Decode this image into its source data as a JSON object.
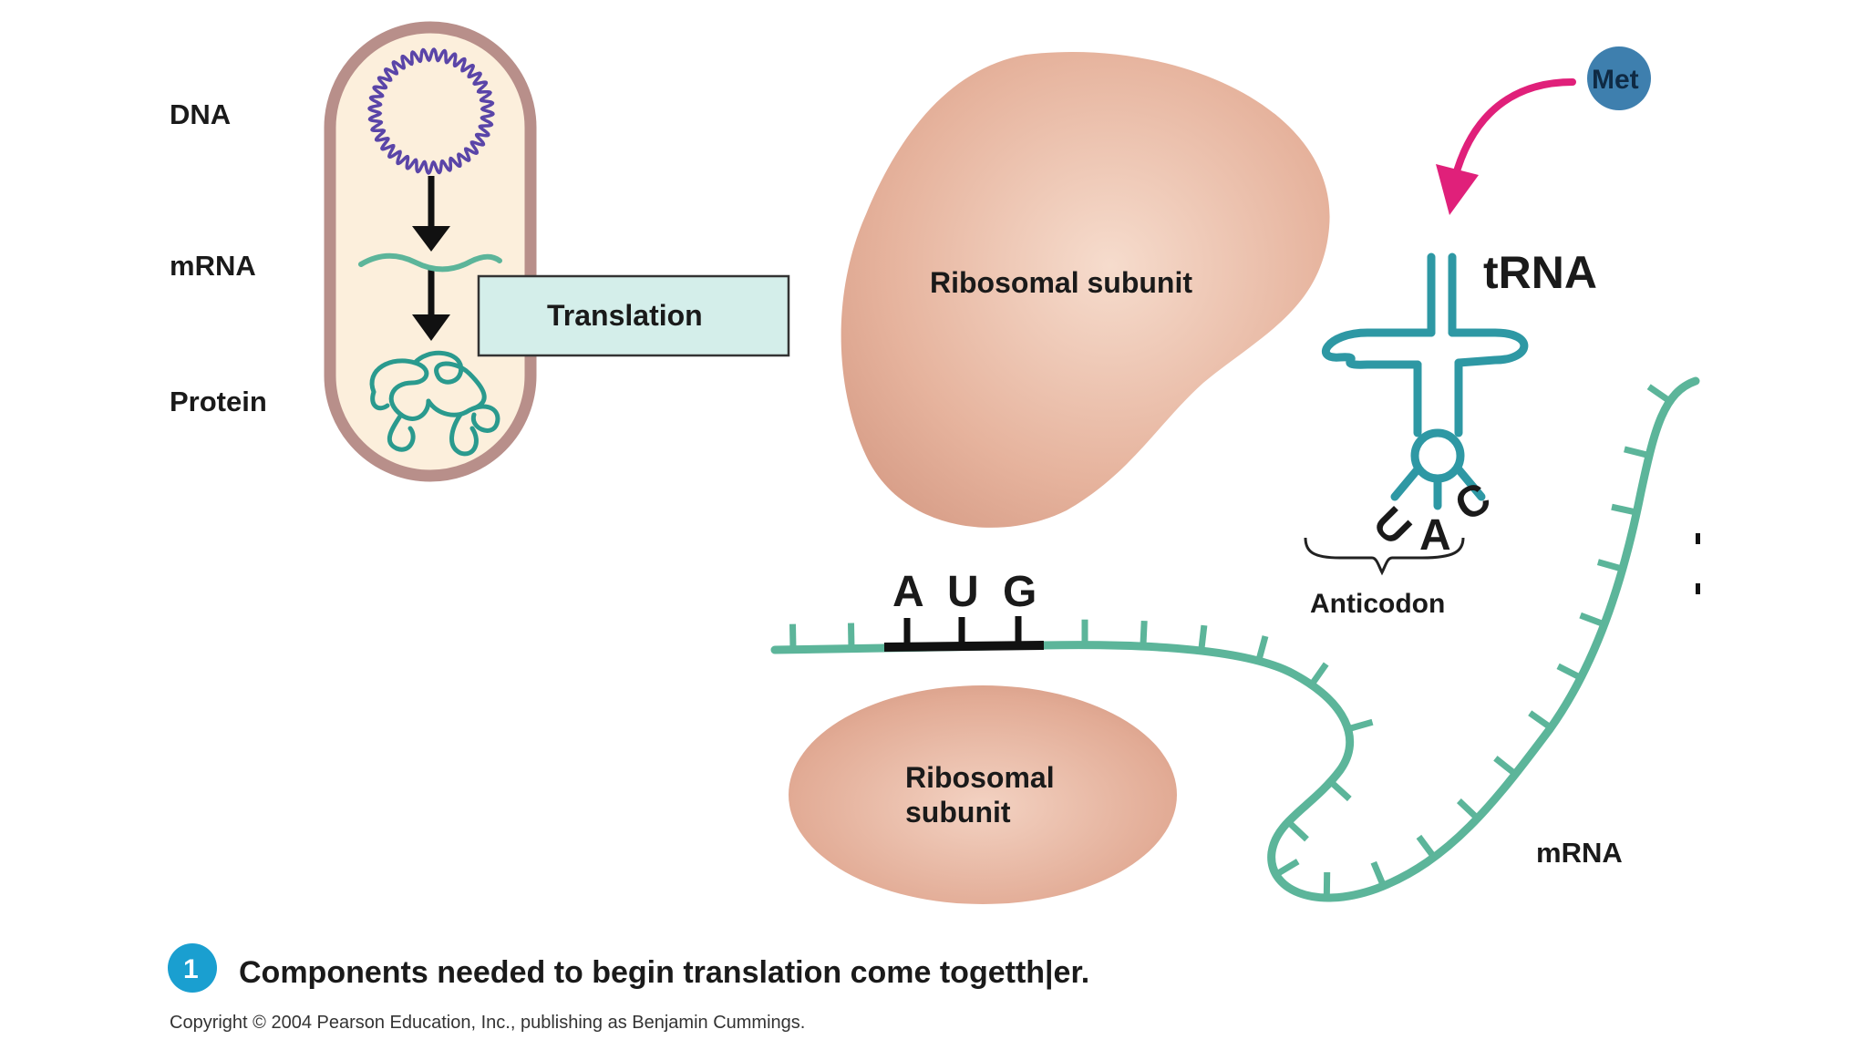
{
  "labels": {
    "dna": "DNA",
    "mrna_left": "mRNA",
    "protein": "Protein",
    "translation": "Translation",
    "ribosomal_large": "Ribosomal subunit",
    "ribosomal_small_line1": "Ribosomal",
    "ribosomal_small_line2": "subunit",
    "met": "Met",
    "trna": "tRNA",
    "anticodon": "Anticodon",
    "anticodon_bases": [
      "U",
      "A",
      "C"
    ],
    "codon_bases": [
      "A",
      "U",
      "G"
    ],
    "mrna_right": "mRNA"
  },
  "step": {
    "number": "1",
    "caption": "Components needed to begin translation come togetth|er."
  },
  "copyright": "Copyright © 2004 Pearson Education, Inc., publishing as Benjamin Cummings.",
  "colors": {
    "strand": "#5cb59a",
    "cell_wall": "#b88f8a",
    "cell_fill": "#fcefdc",
    "dna": "#5a45a8",
    "ribosome": "#e3b09a",
    "translation_box": "#d4eeea",
    "met": "#3e7fae",
    "arrow": "#e0207a",
    "step_badge": "#1a9fd0"
  }
}
